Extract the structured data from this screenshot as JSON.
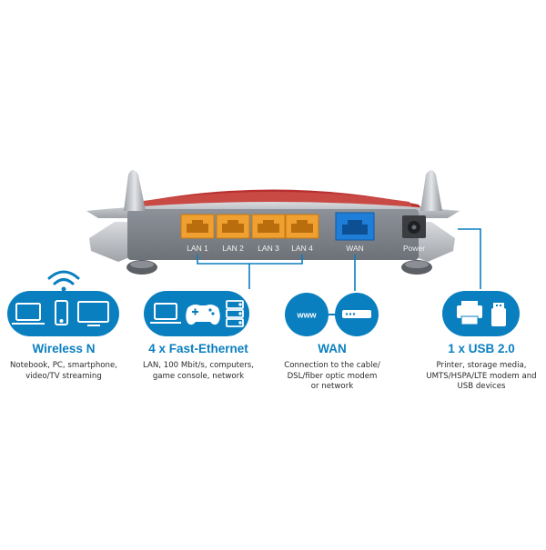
{
  "ports": {
    "lan": [
      "LAN 1",
      "LAN 2",
      "LAN 3",
      "LAN 4"
    ],
    "wan": "WAN",
    "power": "Power"
  },
  "icons": {
    "www_text": "www"
  },
  "features": [
    {
      "title": "Wireless N",
      "lines": [
        "Notebook, PC, smartphone,",
        "video/TV streaming"
      ],
      "icons": [
        "wifi-icon",
        "laptop-icon",
        "smartphone-icon",
        "monitor-icon"
      ]
    },
    {
      "title": "4 x Fast-Ethernet",
      "lines": [
        "LAN, 100 Mbit/s, computers,",
        "game console, network"
      ],
      "icons": [
        "laptop-icon",
        "gamepad-icon",
        "server-icon"
      ]
    },
    {
      "title": "WAN",
      "lines": [
        "Connection to the cable/",
        "DSL/fiber optic modem",
        "or network"
      ],
      "icons": [
        "www-icon",
        "modem-icon"
      ]
    },
    {
      "title": "1 x USB 2.0",
      "lines": [
        "Printer, storage media,",
        "UMTS/HSPA/LTE modem and",
        "USB devices"
      ],
      "icons": [
        "printer-icon",
        "usb-stick-icon"
      ]
    }
  ],
  "colors": {
    "accent": "#0a7fc0",
    "lan_port": "#f0a030",
    "wan_port": "#1f7fd8",
    "router_body": "#7d8189",
    "router_top_red": "#b8302f"
  }
}
